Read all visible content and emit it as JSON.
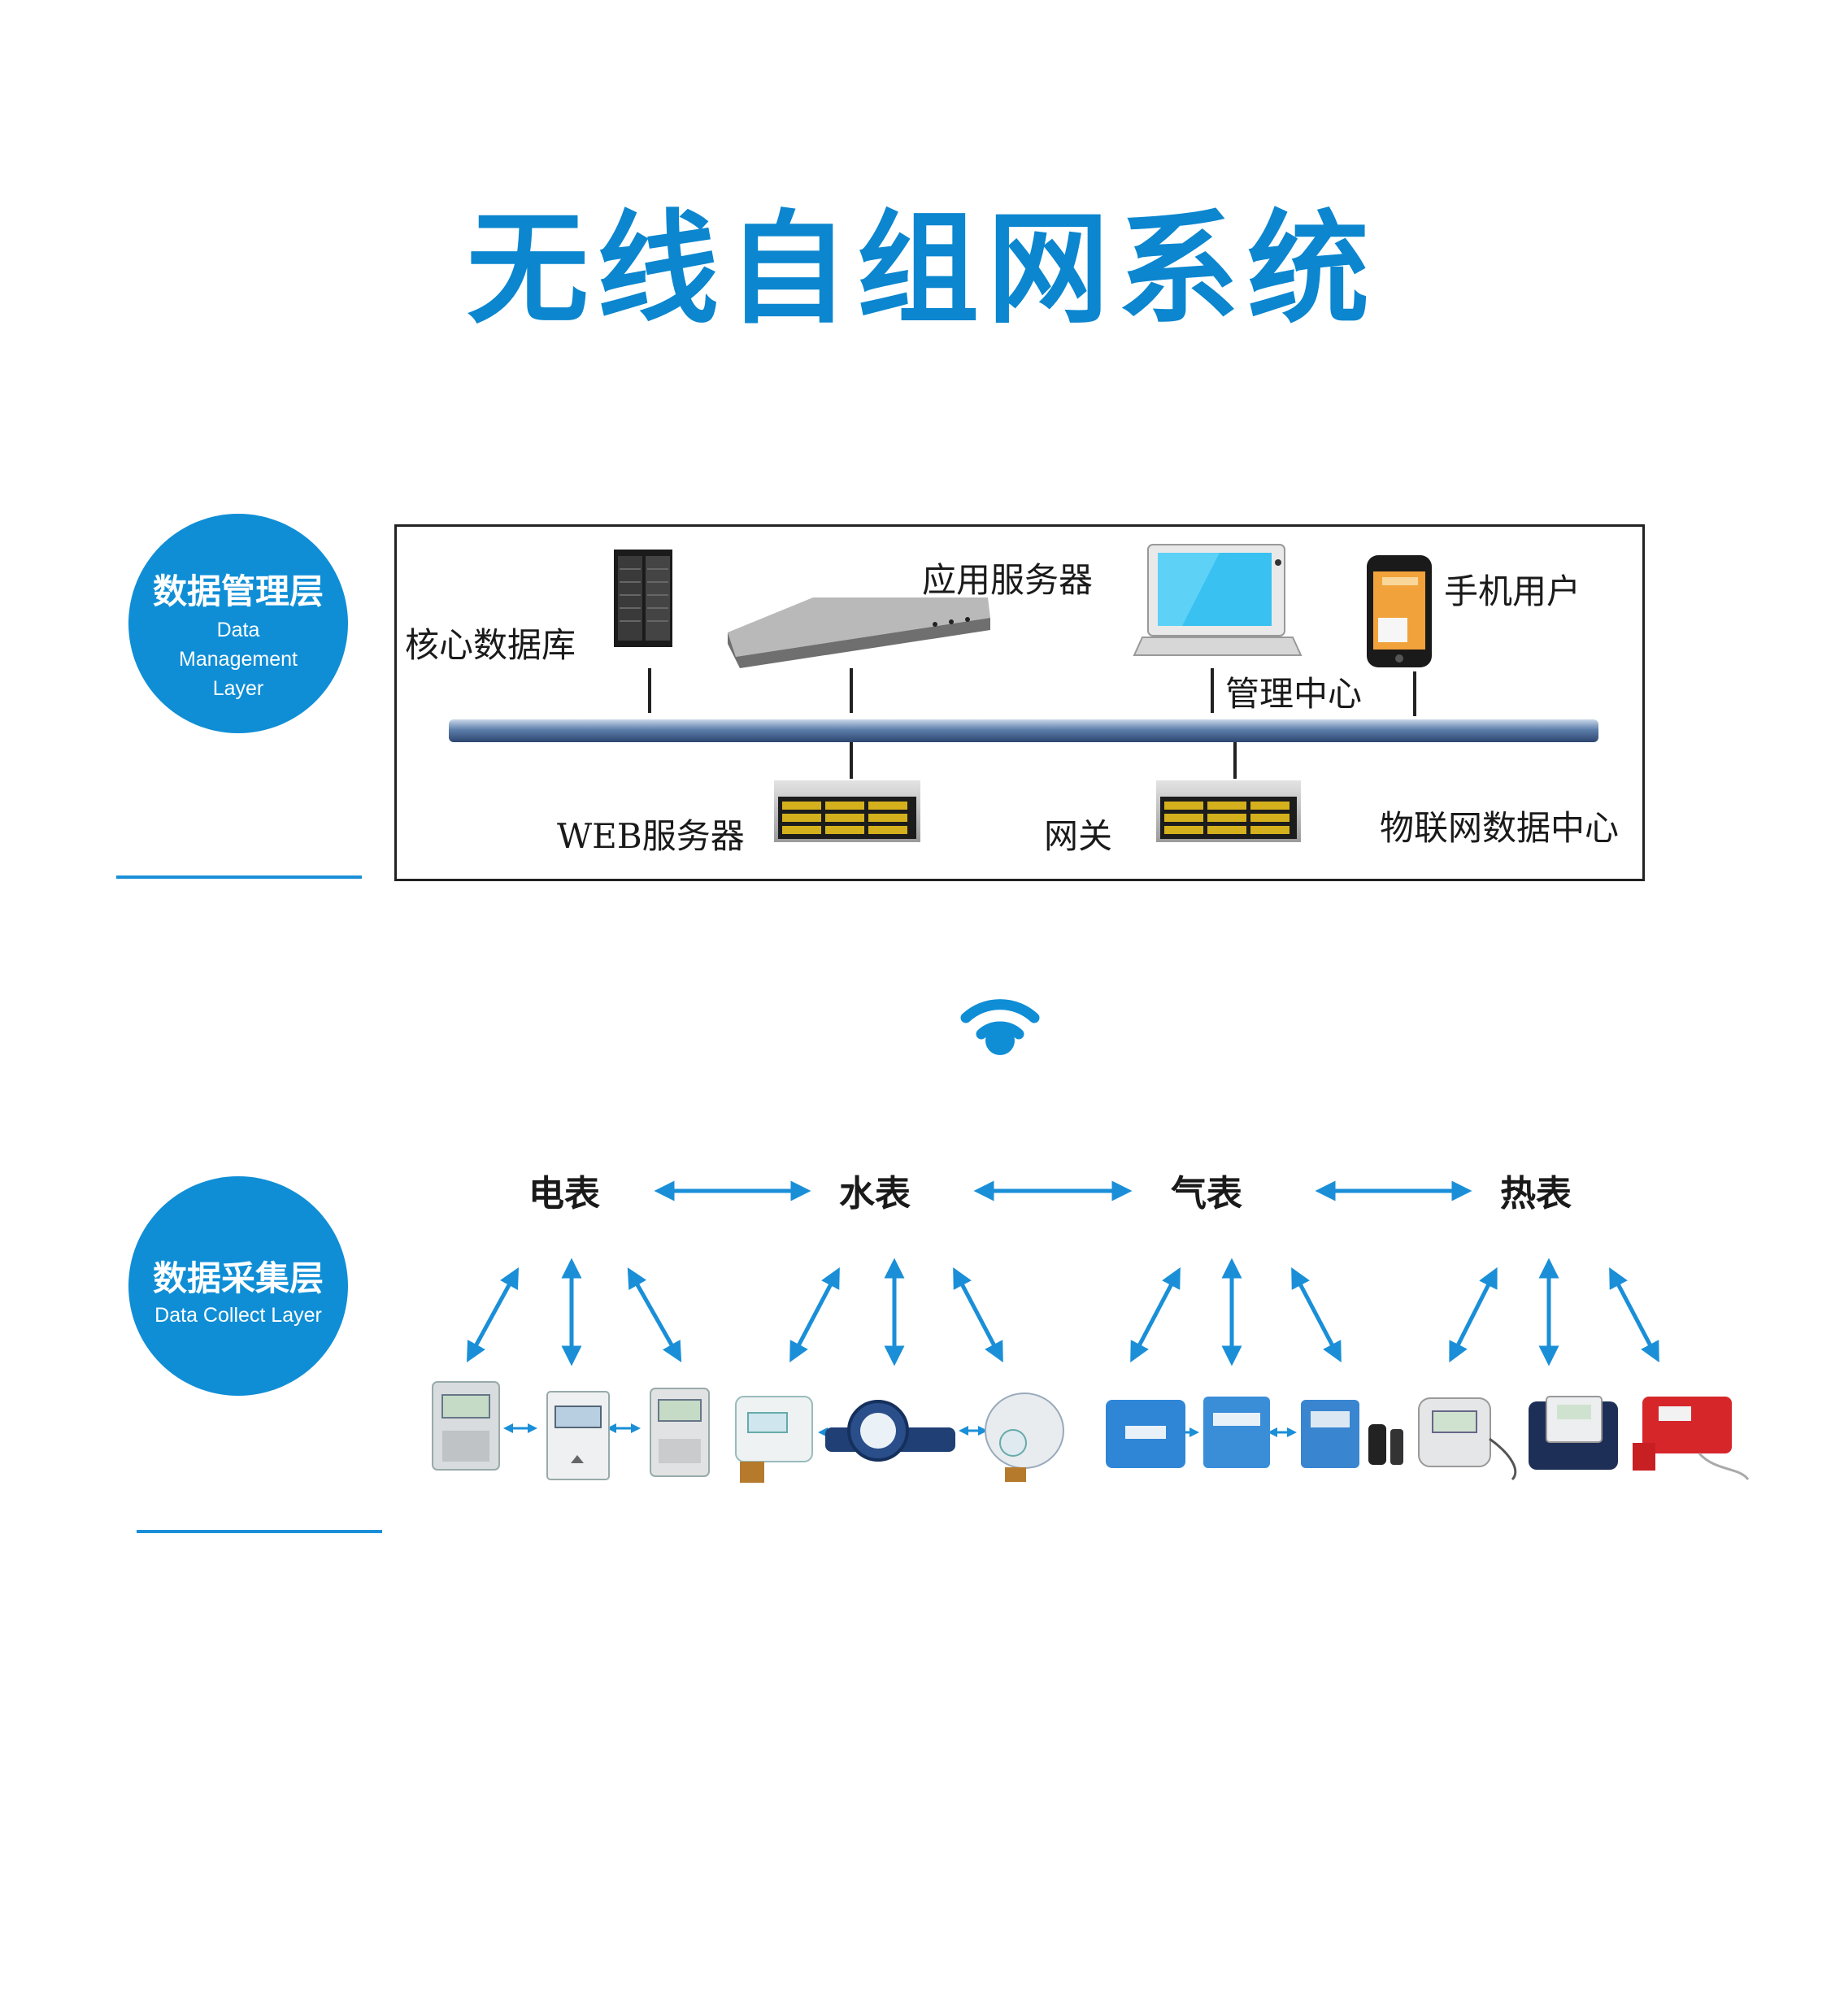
{
  "title": "无线自组网系统",
  "layers": {
    "management": {
      "cn": "数据管理层",
      "en": "Data Management Layer"
    },
    "collect": {
      "cn": "数据采集层",
      "en": "Data Collect Layer"
    }
  },
  "management_labels": {
    "core_db": "核心数据库",
    "app_server": "应用服务器",
    "mobile_user": "手机用户",
    "mgmt_center": "管理中心",
    "web_server": "WEB服务器",
    "gateway": "网关",
    "iot_center": "物联网数据中心"
  },
  "meters": [
    "电表",
    "水表",
    "气表",
    "热表"
  ],
  "colors": {
    "accent": "#0b86cf",
    "bus": "#4a6a9a",
    "screen": "#33bff0"
  },
  "icons": [
    "rack-server-icon",
    "rackmount-unit-icon",
    "laptop-icon",
    "smartphone-icon",
    "storage-server-icon",
    "wifi-icon",
    "meter-device-icon"
  ]
}
